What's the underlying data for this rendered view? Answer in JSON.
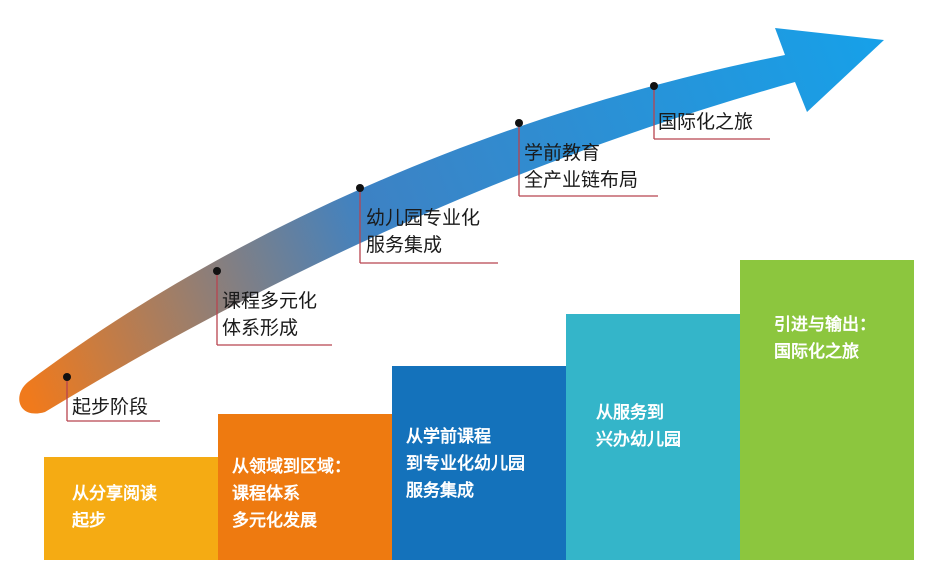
{
  "milestones": [
    {
      "lines": [
        "起步阶段"
      ]
    },
    {
      "lines": [
        "课程多元化",
        "体系形成"
      ]
    },
    {
      "lines": [
        "幼儿园专业化",
        "服务集成"
      ]
    },
    {
      "lines": [
        "学前教育",
        "全产业链布局"
      ]
    },
    {
      "lines": [
        "国际化之旅"
      ]
    }
  ],
  "steps": [
    {
      "lines": [
        "从分享阅读",
        "起步"
      ],
      "color": "#f5ab13"
    },
    {
      "lines": [
        "从领域到区域：",
        "课程体系",
        "多元化发展"
      ],
      "color": "#ee7a10"
    },
    {
      "lines": [
        "从学前课程",
        "到专业化幼儿园",
        "服务集成"
      ],
      "color": "#1472bb"
    },
    {
      "lines": [
        "从服务到",
        "兴办幼儿园"
      ],
      "color": "#34b5c9"
    },
    {
      "lines": [
        "引进与输出：",
        "国际化之旅"
      ],
      "color": "#8cc63e"
    }
  ],
  "colors": {
    "arrow_start": "#f07a1c",
    "arrow_mid": "#3d82c4",
    "arrow_end": "#17a0e8",
    "underline": "#b8434f",
    "dot": "#111111"
  }
}
